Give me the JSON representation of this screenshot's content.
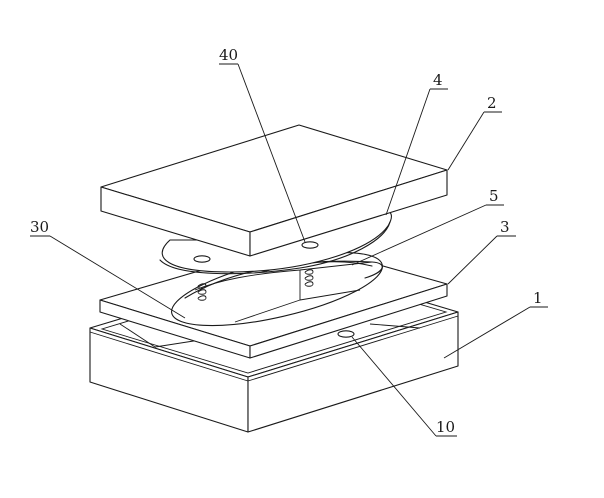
{
  "labels": {
    "ref_40": "40",
    "ref_4": "4",
    "ref_2": "2",
    "ref_5": "5",
    "ref_30": "30",
    "ref_3": "3",
    "ref_1": "1",
    "ref_10": "10"
  },
  "colors": {
    "line": "#1a1a1a",
    "background": "#ffffff"
  }
}
